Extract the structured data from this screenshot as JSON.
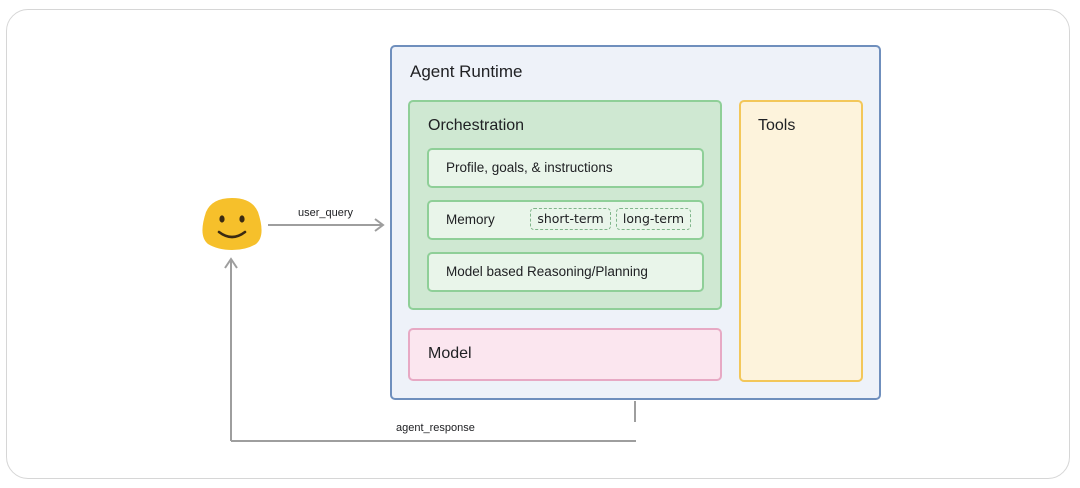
{
  "runtime": {
    "title": "Agent Runtime"
  },
  "orchestration": {
    "title": "Orchestration",
    "profile_label": "Profile, goals, & instructions",
    "memory": {
      "label": "Memory",
      "short_term": "short-term",
      "long_term": "long-term"
    },
    "reasoning_label": "Model based Reasoning/Planning"
  },
  "model": {
    "title": "Model"
  },
  "tools": {
    "title": "Tools"
  },
  "edges": {
    "user_query": "user_query",
    "agent_response": "agent_response"
  },
  "user": {
    "icon": "smiley-face-icon"
  },
  "colors": {
    "runtime_fill": "#eef2f9",
    "runtime_border": "#6f8fbd",
    "orchestration_fill": "#cfe8d2",
    "orchestration_border": "#8fcf98",
    "model_fill": "#fbe6ef",
    "model_border": "#e7a9c4",
    "tools_fill": "#fdf3dc",
    "tools_border": "#f3c75a",
    "arrow": "#9e9e9e",
    "smiley": "#f6c02b"
  }
}
